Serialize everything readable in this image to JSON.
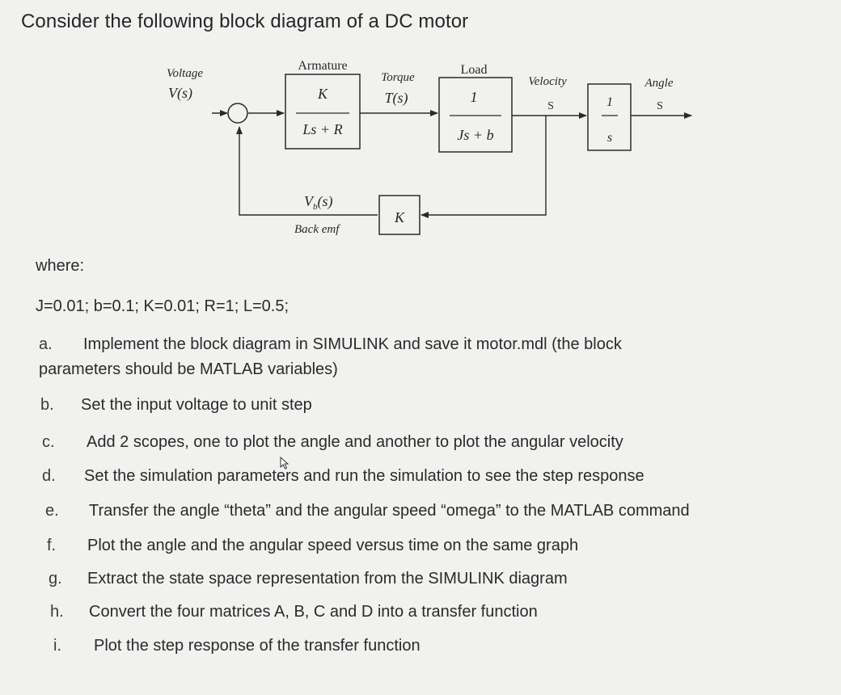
{
  "heading": "Consider the following block diagram of a DC motor",
  "diagram": {
    "voltage_label": "Voltage",
    "voltage_symbol": "V(s)",
    "armature_label": "Armature",
    "armature_num": "K",
    "armature_den": "Ls + R",
    "torque_label": "Torque",
    "torque_symbol": "T(s)",
    "load_label": "Load",
    "load_num": "1",
    "load_den": "Js + b",
    "velocity_label": "Velocity",
    "velocity_symbol": "S",
    "integrator_num": "1",
    "integrator_den": "s",
    "angle_label": "Angle",
    "angle_symbol": "S",
    "feedback_gain": "K",
    "backemf_symbol": "V",
    "backemf_sub": "b",
    "backemf_arg": "(s)",
    "backemf_label": "Back emf"
  },
  "where_label": "where:",
  "params": "J=0.01; b=0.1; K=0.01; R=1; L=0.5;",
  "tasks": [
    {
      "letter": "a.",
      "line1": "Implement the block diagram in SIMULINK and save it motor.mdl (the block",
      "line2": "parameters should be MATLAB variables)"
    },
    {
      "letter": "b.",
      "text": "Set the input voltage to unit step"
    },
    {
      "letter": "c.",
      "text": "Add 2 scopes, one to plot the angle and another to plot the angular velocity"
    },
    {
      "letter": "d.",
      "text": "Set the simulation parameters and run the simulation to see the step response"
    },
    {
      "letter": "e.",
      "text": "Transfer the angle “theta” and the angular speed “omega” to the MATLAB command"
    },
    {
      "letter": "f.",
      "text": "Plot the angle and the angular speed versus time on the same graph"
    },
    {
      "letter": "g.",
      "text": "Extract the state space representation from the SIMULINK diagram"
    },
    {
      "letter": "h.",
      "text": "Convert the four matrices A, B, C and D into a transfer function"
    },
    {
      "letter": "i.",
      "text": "Plot the step response of the transfer function"
    }
  ]
}
